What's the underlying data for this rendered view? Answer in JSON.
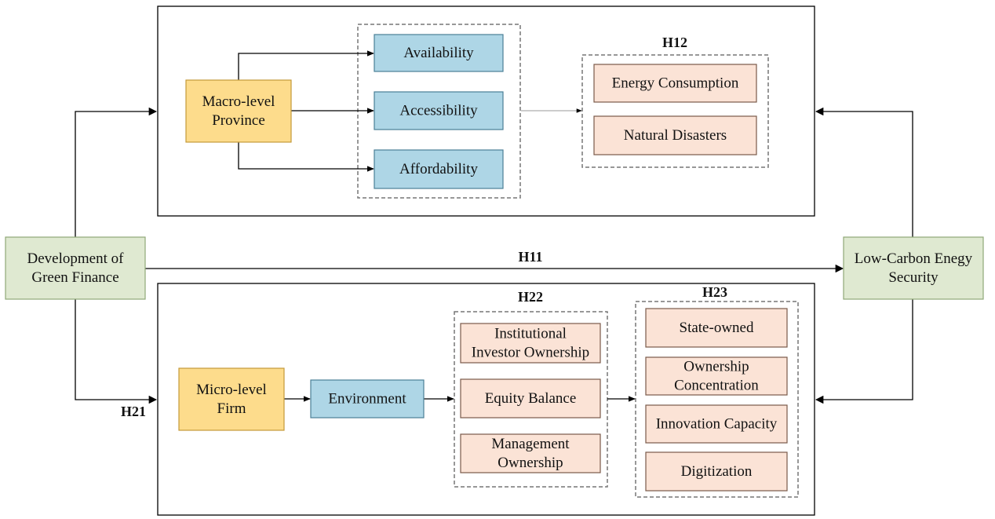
{
  "diagram": {
    "nodes": {
      "green_finance": [
        "Development of",
        "Green Finance"
      ],
      "low_carbon": [
        "Low-Carbon Enegy",
        "Security"
      ],
      "macro": [
        "Macro-level",
        "Province"
      ],
      "availability": [
        "Availability"
      ],
      "accessibility": [
        "Accessibility"
      ],
      "affordability": [
        "Affordability"
      ],
      "energy_consumption": [
        "Energy Consumption"
      ],
      "natural_disasters": [
        "Natural Disasters"
      ],
      "micro": [
        "Micro-level",
        "Firm"
      ],
      "environment": [
        "Environment"
      ],
      "institutional": [
        "Institutional",
        "Investor Ownership"
      ],
      "equity_balance": [
        "Equity Balance"
      ],
      "management": [
        "Management",
        "Ownership"
      ],
      "state_owned": [
        "State-owned"
      ],
      "ownership_concentration": [
        "Ownership",
        "Concentration"
      ],
      "innovation_capacity": [
        "Innovation Capacity"
      ],
      "digitization": [
        "Digitization"
      ]
    },
    "hypotheses": {
      "h11": "H11",
      "h12": "H12",
      "h21": "H21",
      "h22": "H22",
      "h23": "H23"
    }
  },
  "colors": {
    "green_fill": "#dfe9d1",
    "green_stroke": "#8fa877",
    "yellow_fill": "#fddc8c",
    "yellow_stroke": "#c49a3a",
    "blue_fill": "#aed6e6",
    "blue_stroke": "#4b7f97",
    "peach_fill": "#fbe3d6",
    "peach_stroke": "#7a5a4a",
    "line": "#000000",
    "dash": "#777777"
  }
}
